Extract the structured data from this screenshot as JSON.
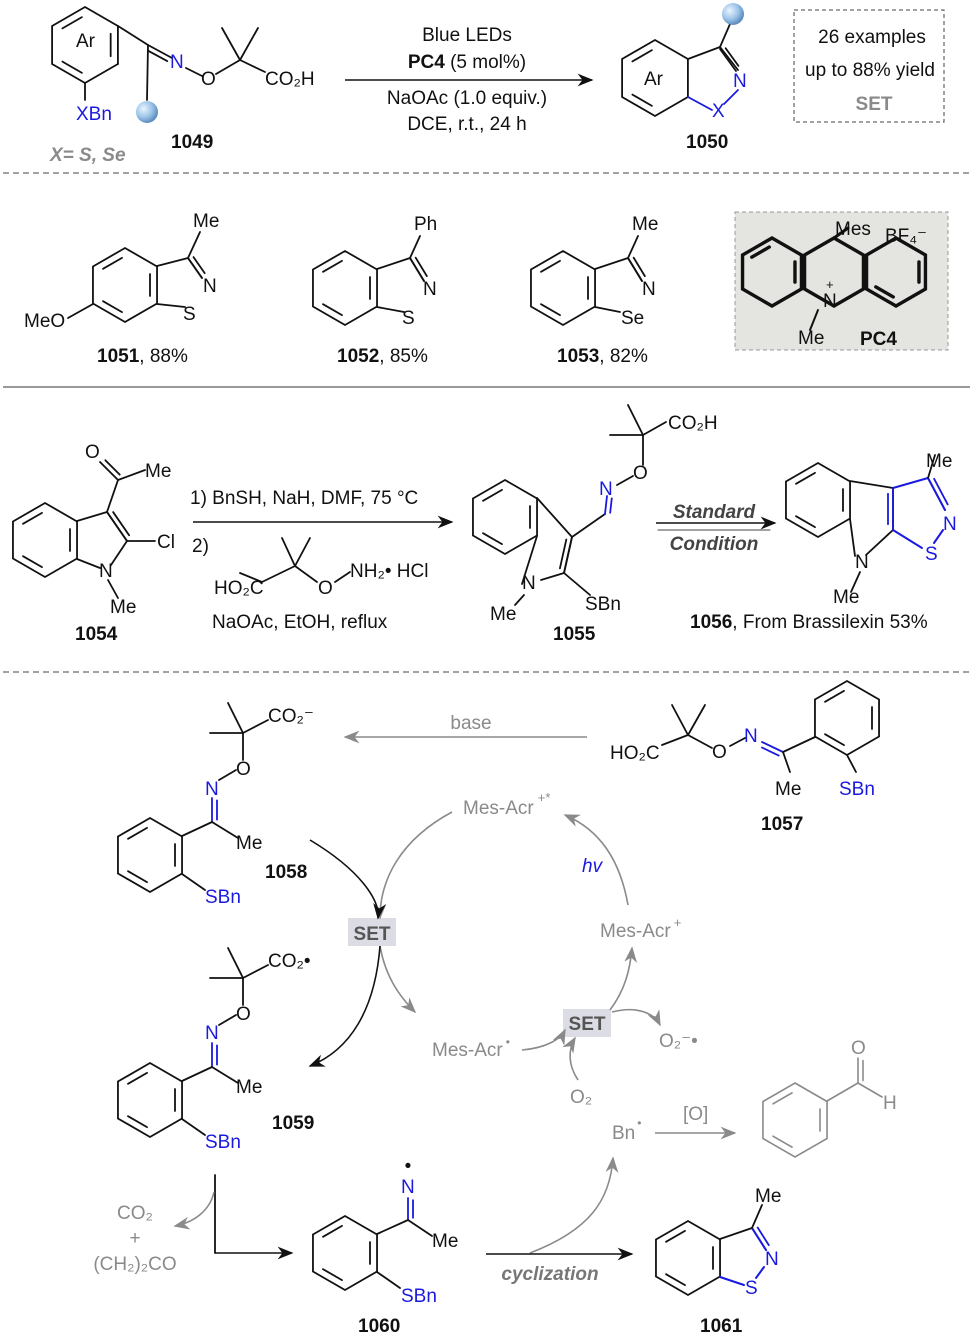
{
  "header": {
    "reactant": {
      "ring_label": "Ar",
      "n": "N",
      "o": "O",
      "acid": "CO₂H",
      "xbn": "XBn",
      "id": "1049",
      "x_def": "X= S, Se"
    },
    "conditions": {
      "line1": "Blue LEDs",
      "catalyst": "PC4",
      "catalyst_load": " (5 mol%)",
      "line3": "NaOAc (1.0 equiv.)",
      "line4": "DCE, r.t., 24 h"
    },
    "product": {
      "ring_label": "Ar",
      "n": "N",
      "x": "X",
      "id": "1050"
    },
    "summary_box": {
      "line1": "26 examples",
      "line2": "up to 88% yield",
      "line3": "SET"
    }
  },
  "examples": [
    {
      "id": "1051",
      "yield": ", 88%",
      "substituent": "Me",
      "n": "N",
      "hetero": "S",
      "extra": "MeO"
    },
    {
      "id": "1052",
      "yield": ", 85%",
      "substituent": "Ph",
      "n": "N",
      "hetero": "S"
    },
    {
      "id": "1053",
      "yield": ", 82%",
      "substituent": "Me",
      "n": "N",
      "hetero": "Se"
    }
  ],
  "catalyst": {
    "mes": "Mes",
    "counterion": "BF₄⁻",
    "n_plus": "N",
    "plus": "+",
    "me": "Me",
    "name": "PC4"
  },
  "brassilexin": {
    "s1054": {
      "o": "O",
      "me": "Me",
      "cl": "Cl",
      "n": "N",
      "nme": "Me",
      "id": "1054"
    },
    "step1": "1) BnSH, NaH, DMF, 75 °C",
    "step2": "2)",
    "reagent": {
      "ho2c": "HO₂C",
      "o": "O",
      "nh2": "NH₂• HCl"
    },
    "step2_cond": "NaOAc, EtOH, reflux",
    "s1055": {
      "acid": "CO₂H",
      "o": "O",
      "n_ox": "N",
      "n": "N",
      "me": "Me",
      "sbn": "SBn",
      "id": "1055"
    },
    "standard": "Standard",
    "condition": "Condition",
    "s1056": {
      "me": "Me",
      "n_ring": "N",
      "s": "S",
      "n": "N",
      "nme": "Me",
      "id": "1056",
      "note": ", From Brassilexin 53%"
    }
  },
  "mechanism": {
    "s1058": {
      "carboxylate": "CO₂⁻",
      "o": "O",
      "n": "N",
      "me": "Me",
      "sbn": "SBn",
      "id": "1058"
    },
    "base": "base",
    "s1057": {
      "ho2c": "HO₂C",
      "o": "O",
      "n": "N",
      "me": "Me",
      "sbn": "SBn",
      "id": "1057"
    },
    "excited": "Mes-Acr",
    "excited_sup": "+*",
    "hv": "hv",
    "cation": "Mes-Acr",
    "cation_sup": "+",
    "set1": "SET",
    "set2": "SET",
    "radical": "Mes-Acr",
    "radical_sup": "•",
    "superoxide": "O₂⁻•",
    "oxygen": "O₂",
    "benzyl": "Bn",
    "benzyl_dot": "•",
    "oxidant": "[O]",
    "aldehyde": {
      "o": "O",
      "h": "H"
    },
    "s1059": {
      "carboxyl_radical": "CO₂•",
      "o": "O",
      "n": "N",
      "me": "Me",
      "sbn": "SBn",
      "id": "1059"
    },
    "byproducts": {
      "co2": "CO₂",
      "plus": "+",
      "acetone": "(CH₂)₂CO"
    },
    "s1060": {
      "dot": "•",
      "n": "N",
      "me": "Me",
      "sbn": "SBn",
      "id": "1060"
    },
    "cyclization": "cyclization",
    "s1061": {
      "me": "Me",
      "n": "N",
      "s": "S",
      "id": "1061"
    }
  },
  "colors": {
    "hetero": "#1a1adf",
    "cycle": "#8a8a8a",
    "set_box": "#dcdce4",
    "catalyst_box": "#e4e4e0"
  }
}
